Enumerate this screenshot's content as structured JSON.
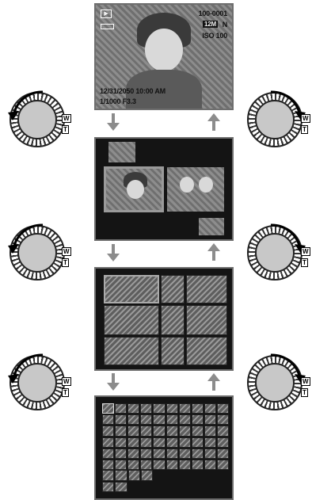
{
  "screen1": {
    "playback_icon": "playback-icon",
    "frame_number": "100-0001",
    "image_size": "12M",
    "quality": "N",
    "iso": "ISO 100",
    "battery_icon": "battery-icon",
    "date_time": "12/31/2050  10:00 AM",
    "exposure": "1/1000   F3.3"
  },
  "dial_labels": {
    "wide": "W",
    "tele": "T"
  },
  "colors": {
    "screen_border": "#6e6e6e",
    "screen_bg": "#141414",
    "arrow": "#8c8c8c"
  }
}
